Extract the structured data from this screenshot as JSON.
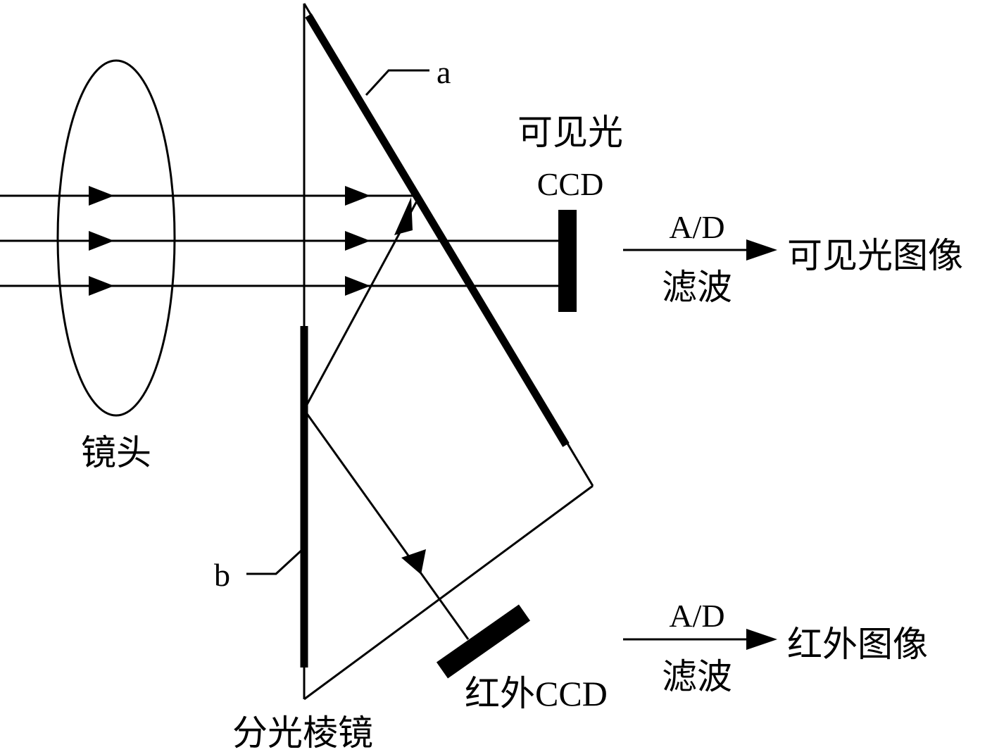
{
  "labels": {
    "lens": "镜头",
    "prism": "分光棱镜",
    "coating_a": "a",
    "coating_b": "b",
    "visible_ccd_line1": "可见光",
    "visible_ccd_line2": "CCD",
    "infrared_ccd": "红外CCD",
    "visible_ad": "A/D",
    "visible_filter": "滤波",
    "visible_output": "可见光图像",
    "infrared_ad": "A/D",
    "infrared_filter": "滤波",
    "infrared_output": "红外图像"
  },
  "colors": {
    "stroke": "#000000",
    "background": "#ffffff"
  }
}
